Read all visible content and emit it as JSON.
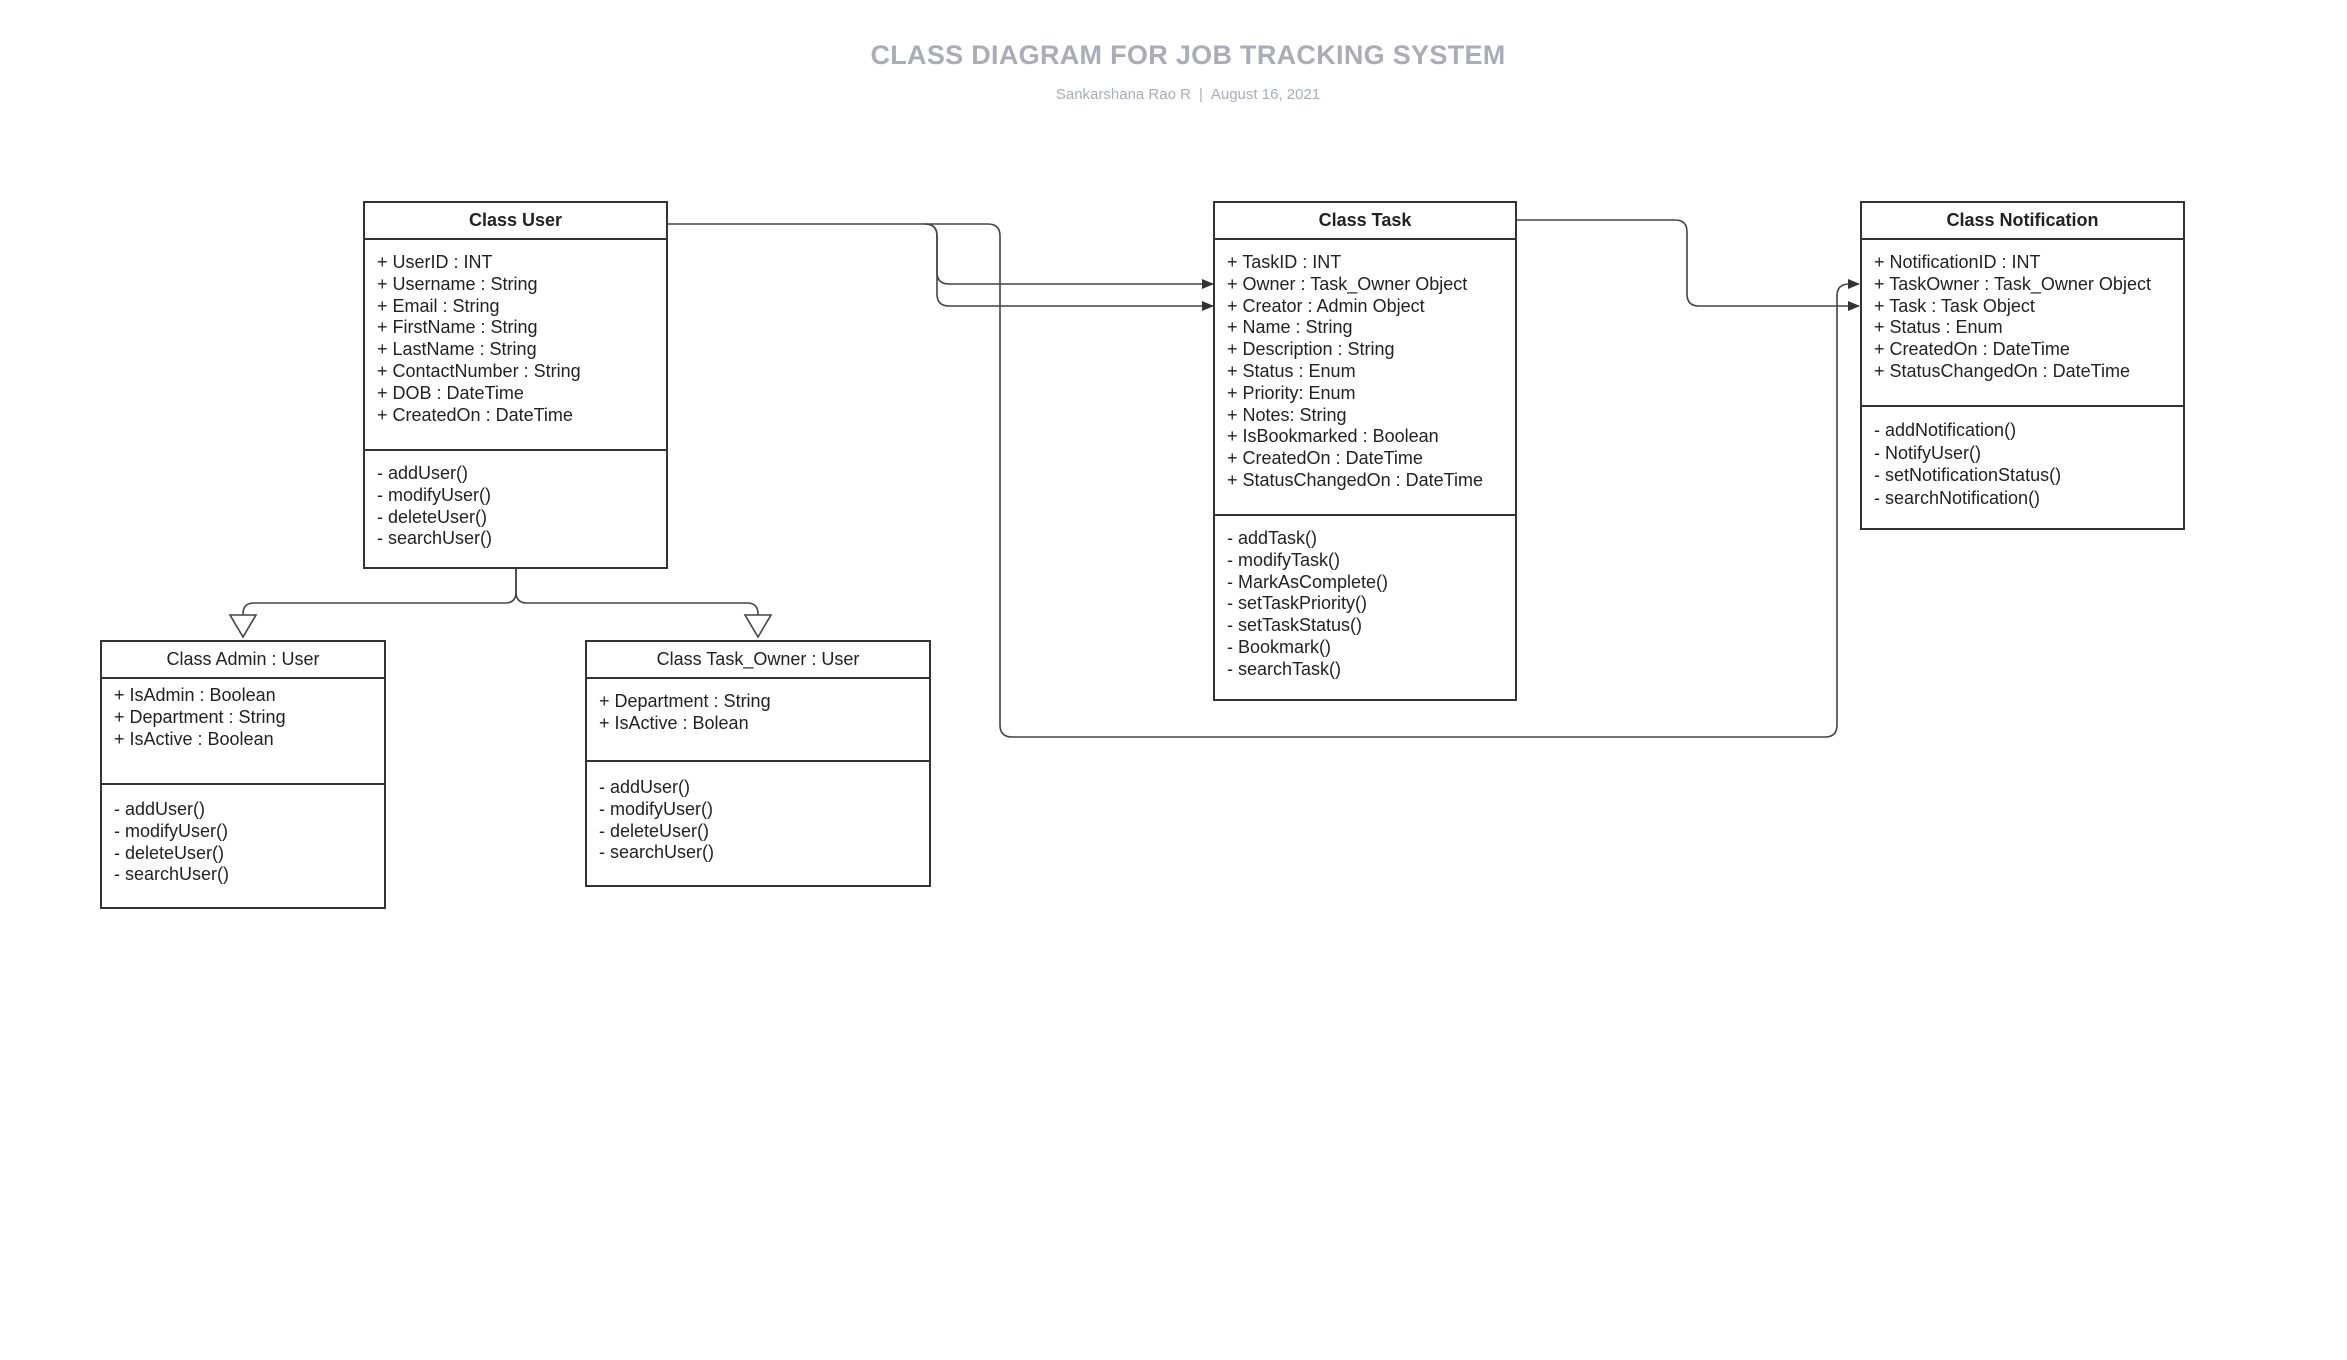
{
  "header": {
    "title": "CLASS DIAGRAM FOR JOB TRACKING SYSTEM",
    "author": "Sankarshana Rao R",
    "separator": "|",
    "date": "August 16, 2021"
  },
  "classes": {
    "user": {
      "title": "Class User",
      "attributes": [
        "+ UserID : INT",
        "+ Username : String",
        "+ Email : String",
        "+ FirstName : String",
        "+ LastName : String",
        "+ ContactNumber : String",
        "+ DOB : DateTime",
        "+ CreatedOn : DateTime"
      ],
      "methods": [
        "- addUser()",
        "- modifyUser()",
        "- deleteUser()",
        "- searchUser()"
      ]
    },
    "task": {
      "title": "Class Task",
      "attributes": [
        "+ TaskID : INT",
        "+ Owner : Task_Owner Object",
        "+ Creator : Admin Object",
        "+ Name : String",
        "+ Description : String",
        "+ Status : Enum",
        "+ Priority: Enum",
        "+ Notes: String",
        "+ IsBookmarked : Boolean",
        "+ CreatedOn : DateTime",
        "+ StatusChangedOn : DateTime"
      ],
      "methods": [
        "- addTask()",
        "- modifyTask()",
        "- MarkAsComplete()",
        "- setTaskPriority()",
        "- setTaskStatus()",
        "- Bookmark()",
        "- searchTask()"
      ]
    },
    "notification": {
      "title": "Class Notification",
      "attributes": [
        "+ NotificationID : INT",
        "+ TaskOwner : Task_Owner Object",
        "+ Task : Task Object",
        "+ Status : Enum",
        "+ CreatedOn : DateTime",
        "+ StatusChangedOn : DateTime"
      ],
      "methods": [
        "- addNotification()",
        "- NotifyUser()",
        "- setNotificationStatus()",
        "- searchNotification()"
      ]
    },
    "admin": {
      "title": "Class Admin : User",
      "attributes": [
        "+ IsAdmin : Boolean",
        "+ Department : String",
        "+ IsActive : Boolean"
      ],
      "methods": [
        "- addUser()",
        "- modifyUser()",
        "- deleteUser()",
        "- searchUser()"
      ]
    },
    "task_owner": {
      "title": "Class Task_Owner : User",
      "attributes": [
        "+ Department : String",
        "+ IsActive : Bolean"
      ],
      "methods": [
        "- addUser()",
        "- modifyUser()",
        "- deleteUser()",
        "- searchUser()"
      ]
    }
  }
}
